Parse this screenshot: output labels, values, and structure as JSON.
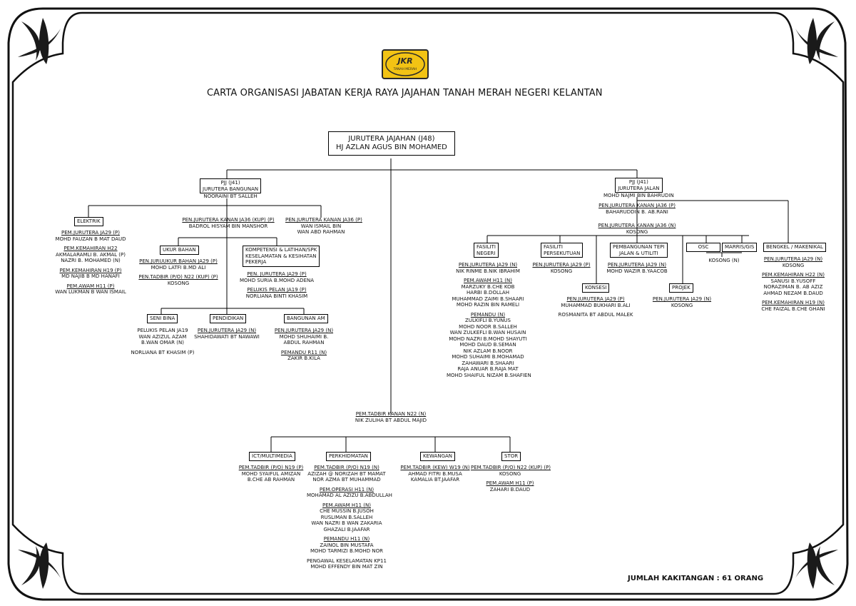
{
  "header": {
    "logo_text": "JKR",
    "logo_subtext": "TANAH MERAH",
    "title": "CARTA ORGANISASI JABATAN KERJA RAYA JAJAHAN TANAH MERAH NEGERI KELANTAN"
  },
  "chief": {
    "line1": "JURUTERA JAJAHAN (J48)",
    "line2": "HJ AZLAN AGUS BIN MOHAMED"
  },
  "bangunan": {
    "head": {
      "line1": "PJJ (J41)",
      "line2": "JURUTERA BANGUNAN",
      "name": "NOORAINI BT SALLEH"
    },
    "elektrik": {
      "label": "ELEKTRIK",
      "items": [
        {
          "role": "PEM.JURUTERA JA29 (P)",
          "names": [
            "MOHD FAUZAN B MAT DAUD"
          ]
        },
        {
          "role": "PEM.KEMAHIRAN H22",
          "names": [
            "AKMALARAMLI B. AKMAL (P)",
            "NAZRI B. MOHAMED (N)"
          ]
        },
        {
          "role": "PEM.KEMAHIRAN H19 (P)",
          "names": [
            "MD NAJIB B MD HANAFI"
          ]
        },
        {
          "role": "PEM.AWAM H11 (P)",
          "names": [
            "WAN LUKMAN B WAN ISMAIL"
          ]
        }
      ]
    },
    "ja36_kup": {
      "role": "PEN.JURUTERA KANAN JA36 (KUP) (P)",
      "name": "BADROL HISYAM BIN MANSHOR"
    },
    "ja36_p": {
      "role": "PEN.JURUTERA KANAN JA36 (P)",
      "names": [
        "WAN ISMAIL BIN",
        "WAN ABD RAHMAN"
      ]
    },
    "ukur": {
      "label": "UKUR BAHAN",
      "items": [
        {
          "role": "PEN.JURUUKUR BAHAN JA29 (P)",
          "names": [
            "MOHD LATFI B.MD ALI"
          ]
        },
        {
          "role": "PEN.TADBIR (P/O) N22 (KUP) (P)",
          "names": [
            "KOSONG"
          ]
        }
      ]
    },
    "kompetensi": {
      "label_lines": [
        "KOMPETENSI & LATIHAN/SPK",
        "KESELAMATAN & KESIHATAN",
        "PEKERJA"
      ],
      "items": [
        {
          "role": "PEN. JURUTERA JA29 (P)",
          "names": [
            "MOHD SURIA B.MOHD ADENA"
          ]
        },
        {
          "role": "PELUKIS PELAN JA19 (P)",
          "names": [
            "NORLIANA BINTI KHASIM"
          ]
        }
      ]
    },
    "senibina": {
      "label": "SENI BINA",
      "names": [
        "PELUKIS PELAN JA19",
        "WAN AZIZUL AZAM",
        "B.WAN OMAR (N)",
        "",
        "NORLIANA BT KHASIM (P)"
      ]
    },
    "pendidikan": {
      "label": "PENDIDIKAN",
      "role": "PEN.JURUTERA JA29 (N)",
      "names": [
        "SHAHIDAWATI BT NAWAWI"
      ]
    },
    "bangunan_am": {
      "label": "BANGUNAN AM",
      "items": [
        {
          "role": "PEN.JURUTERA JA29 (N)",
          "names": [
            "MOHD SHUHAIMI B.",
            "ABDUL RAHMAN"
          ]
        },
        {
          "role": "PEMANDU R11 (N)",
          "names": [
            "ZAKIR B.KILA"
          ]
        }
      ]
    }
  },
  "jalan": {
    "head": {
      "line1": "PJJ (J41)",
      "line2": "JURUTERA JALAN",
      "name": "MOHD NAJMI BIN BAHRUDIN"
    },
    "ja36_p": {
      "role": "PEN.JURUTERA KANAN JA36 (P)",
      "name": "BAHARUDDIN B. AB.RANI"
    },
    "ja36_n": {
      "role": "PEN.JURUTERA KANAN JA36 (N)",
      "name": "KOSONG"
    },
    "fasiliti_negeri": {
      "label_lines": [
        "FASILITI",
        "NEGERI"
      ],
      "items": [
        {
          "role": "PEN.JURUTERA JA29 (N)",
          "names": [
            "NIK RINME B.NIK IBRAHIM"
          ]
        },
        {
          "role": "PEM.AWAM H11 (N)",
          "names": [
            "MARZUKY B.CHE KOB",
            "HARBI B.DOLLAH",
            "MUHAMMAD ZAIMI B.SHAARI",
            "MOHD RAZIN BIN RAMELI"
          ]
        },
        {
          "role": "PEMANDU (N)",
          "names": [
            "ZULKIFLI B.YUNUS",
            "MOHD NOOR B.SALLEH",
            "WAN ZULKEFLI B.WAN HUSAIN",
            "MOHD NAZRI B.MOHD SHAYUTI",
            "MOHD DAUD B.SEMAN",
            "NIK AZLAM B.NOOR",
            "MOHD SUHAIMI B.MOHAMAD",
            "ZAHAWARI B.SHAARI",
            "RAJA ANUAR B.RAJA MAT",
            "MOHD SHAIFUL NIZAM B.SHAFIEN"
          ]
        }
      ]
    },
    "fasiliti_persekutuan": {
      "label_lines": [
        "FASILITI",
        "PERSEKUTUAN"
      ],
      "role": "PEN.JURUTERA JA29 (P)",
      "name": "KOSONG"
    },
    "konsesi": {
      "label": "KONSESI",
      "role": "PEN.JURUTERA JA29 (P)",
      "names": [
        "MUHAMMAD BUKHARI B.ALI",
        "",
        "ROSMANITA BT ABDUL MALEK"
      ]
    },
    "pembangunan": {
      "label_lines": [
        "PEMBANGUNAN TEPI",
        "JALAN & UTILITI"
      ],
      "role": "PEN.JURUTERA JA29 (N)",
      "name": "MOHD WAZIR B.YAACOB"
    },
    "projek": {
      "label": "PROJEK",
      "role": "PEN.JURUTERA JA29 (N)",
      "name": "KOSONG"
    },
    "osc": {
      "label": "OSC"
    },
    "marris": {
      "label": "MARRIS/GIS",
      "name": "KOSONG (N)"
    },
    "bengkel": {
      "label": "BENGKEL / MAKENIKAL",
      "items": [
        {
          "role": "PEN.JURUTERA JA29 (N)",
          "names": [
            "KOSONG"
          ]
        },
        {
          "role": "PEM.KEMAHIRAN H22 (N)",
          "names": [
            "SANUSI B.YUSOFF",
            "NORAZIMAN B. AB AZIZ",
            "AHMAD NEZAM B.DAUD"
          ]
        },
        {
          "role": "PEM.KEMAHIRAN H19 (N)",
          "names": [
            "CHE FAIZAL B.CHE GHANI"
          ]
        }
      ]
    }
  },
  "admin": {
    "head": {
      "role": "PEM.TADBIR KANAN N22 (N)",
      "name": "NIK ZULIHA BT ABDUL MAJID"
    },
    "ict": {
      "label": "ICT/MULTIMEDIA",
      "role": "PEM.TADBIR (P/O) N19 (P)",
      "names": [
        "MOHD SYAIFUL AMIZAN",
        "B.CHE AB RAHMAN"
      ]
    },
    "perkhidmatan": {
      "label": "PERKHIDMATAN",
      "items": [
        {
          "role": "PEM.TADBIR (P/O) N19 (N)",
          "names": [
            "AZIZAH @ NORIZAH BT MAMAT",
            "NOR AZMA BT MUHAMMAD"
          ]
        },
        {
          "role": "PEM.OPERASI H11 (N)",
          "names": [
            "MOHAMAD AL AZIZU B.ABDULLAH"
          ]
        },
        {
          "role": "PEM.AWAM H11 (N)",
          "names": [
            "CHE MUSSIN B.JUSOH",
            "RUSLIMAN B.SALLEH",
            "WAN NAZRI B WAN ZAKARIA",
            "GHAZALI B.JAAFAR"
          ]
        },
        {
          "role": "PEMANDU H11 (N)",
          "names": [
            "ZAINOL BIN MUSTAFA",
            "MOHD TARMIZI B.MOHD NOR"
          ]
        },
        {
          "role": "",
          "names": [
            "PENGAWAL KESELAMATAN KP11",
            "MOHD EFFENDY BIN MAT ZIN"
          ]
        }
      ]
    },
    "kewangan": {
      "label": "KEWANGAN",
      "role": "PEM.TADBIR (KEW) W19 (N)",
      "names": [
        "AHMAD FITRI B.MUSA",
        "KAMALIA BT.JAAFAR"
      ]
    },
    "stor": {
      "label": "STOR",
      "items": [
        {
          "role": "PEM.TADBIR (P/O) N22 (KUP) (P)",
          "names": [
            "KOSONG"
          ]
        },
        {
          "role": "PEM.AWAM H11 (P)",
          "names": [
            "ZAHARI B.DAUD"
          ]
        }
      ]
    }
  },
  "footer": {
    "total": "JUMLAH KAKITANGAN : 61 ORANG"
  },
  "colors": {
    "frame": "#111111",
    "logo_yellow": "#f2c314",
    "logo_dark": "#2a2a2a",
    "lines": "#000000"
  }
}
